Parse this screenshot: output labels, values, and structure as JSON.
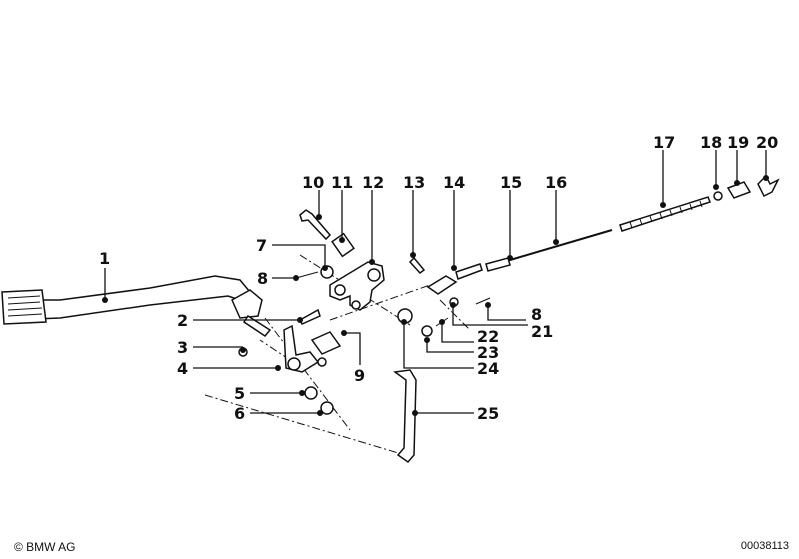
{
  "labels": {
    "p1": "1",
    "p2": "2",
    "p3": "3",
    "p4": "4",
    "p5": "5",
    "p6": "6",
    "p7": "7",
    "p8a": "8",
    "p8b": "8",
    "p9": "9",
    "p10": "10",
    "p11": "11",
    "p12": "12",
    "p13": "13",
    "p14": "14",
    "p15": "15",
    "p16": "16",
    "p17": "17",
    "p18": "18",
    "p19": "19",
    "p20": "20",
    "p21": "21",
    "p22": "22",
    "p23": "23",
    "p24": "24",
    "p25": "25"
  },
  "footer": {
    "copyright": "© BMW AG",
    "diagram_number": "00038113"
  }
}
